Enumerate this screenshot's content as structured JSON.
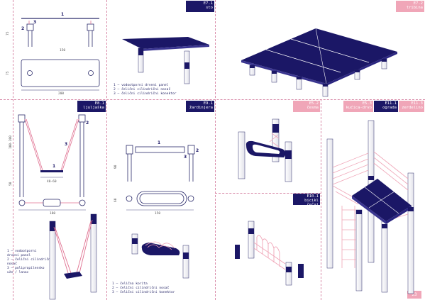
{
  "panels": {
    "e71": {
      "code": "E7.1",
      "name": "sto"
    },
    "e72": {
      "code": "E7.2",
      "name": "tribina"
    },
    "e81": {
      "code": "E8.1",
      "name": "ljuljaška"
    },
    "e91": {
      "code": "E9.1",
      "name": "žardinjera"
    },
    "e52": {
      "code": "E5.2",
      "name": "česma"
    },
    "e53": {
      "code": "E5.3",
      "name": "kućica-drvo"
    },
    "e111": {
      "code": "E11.1",
      "name": "ograda"
    },
    "e113": {
      "code": "E11.3",
      "name": "zerdelino"
    },
    "e101": {
      "code": "E10.1",
      "name": "bicikl čečaj"
    }
  },
  "legend_e71": [
    "1 – vodootporni drveni panel",
    "2 – čelični cilindrični nosač",
    "3 – čelični cilindrični konektor"
  ],
  "legend_e81": [
    "1 – vodootporni",
    "drveni panel",
    "2 – čelični cilindrični",
    "nosač",
    "3 – polipropilensko",
    "uže / lanac"
  ],
  "legend_e91": [
    "1 – čelična korita",
    "2 – čelični cilindrični nosač",
    "3 – čelični cilindrični konektor"
  ],
  "dims": {
    "e71_w": "150",
    "e71_w2": "200",
    "e71_h": "75",
    "e71_h2": "75",
    "e81_w": "40-60",
    "e81_w2": "180",
    "e81_h": "100-200",
    "e81_h2": "50",
    "e91_w": "150",
    "e91_h": "90",
    "e91_h2": "60"
  },
  "labels": {
    "n1": "1",
    "n2": "2",
    "n3": "3"
  },
  "page_number": "23"
}
